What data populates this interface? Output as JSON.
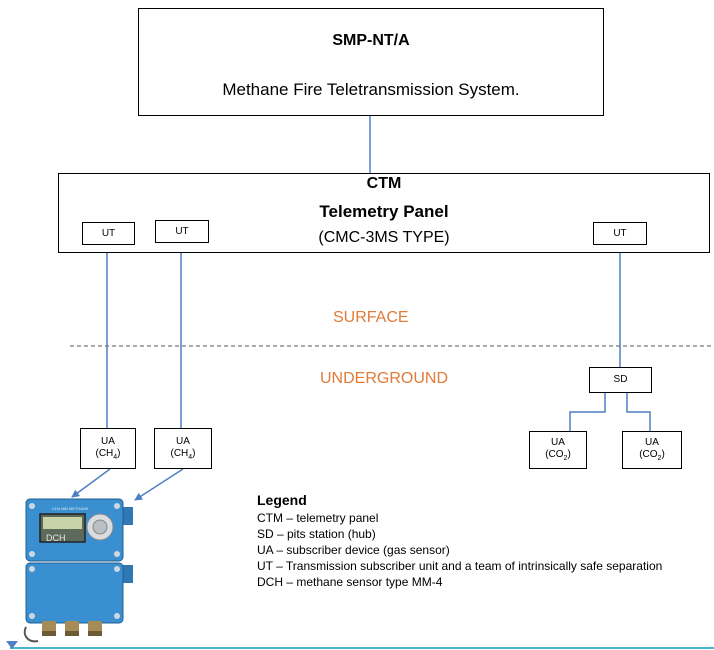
{
  "smp": {
    "title": "SMP-NT/A",
    "subtitle": "Methane Fire Teletransmission System."
  },
  "ctm": {
    "title": "CTM",
    "subtitle": "Telemetry Panel",
    "type": "(CMC-3MS TYPE)"
  },
  "ut_label": "UT",
  "zones": {
    "surface": "SURFACE",
    "underground": "UNDERGROUND",
    "color": "#e07b39"
  },
  "sd_label": "SD",
  "ua_nodes": [
    {
      "label": "UA",
      "gas": "CH",
      "sub": "4"
    },
    {
      "label": "UA",
      "gas": "CH",
      "sub": "4"
    },
    {
      "label": "UA",
      "gas": "CO",
      "sub": "2"
    },
    {
      "label": "UA",
      "gas": "CO",
      "sub": "2"
    }
  ],
  "device": {
    "screen_text": "DCH",
    "top_text": "CH4 MM METHANE"
  },
  "legend": {
    "title": "Legend",
    "items": [
      "CTM – telemetry panel",
      "SD – pits station (hub)",
      "UA – subscriber device (gas sensor)",
      "UT – Transmission subscriber unit and a team of intrinsically safe separation",
      "DCH – methane sensor type MM-4"
    ]
  },
  "colors": {
    "line": "#4f7fc5",
    "device_blue": "#3a8fd0",
    "bottom_rule": "#49b4cf"
  }
}
